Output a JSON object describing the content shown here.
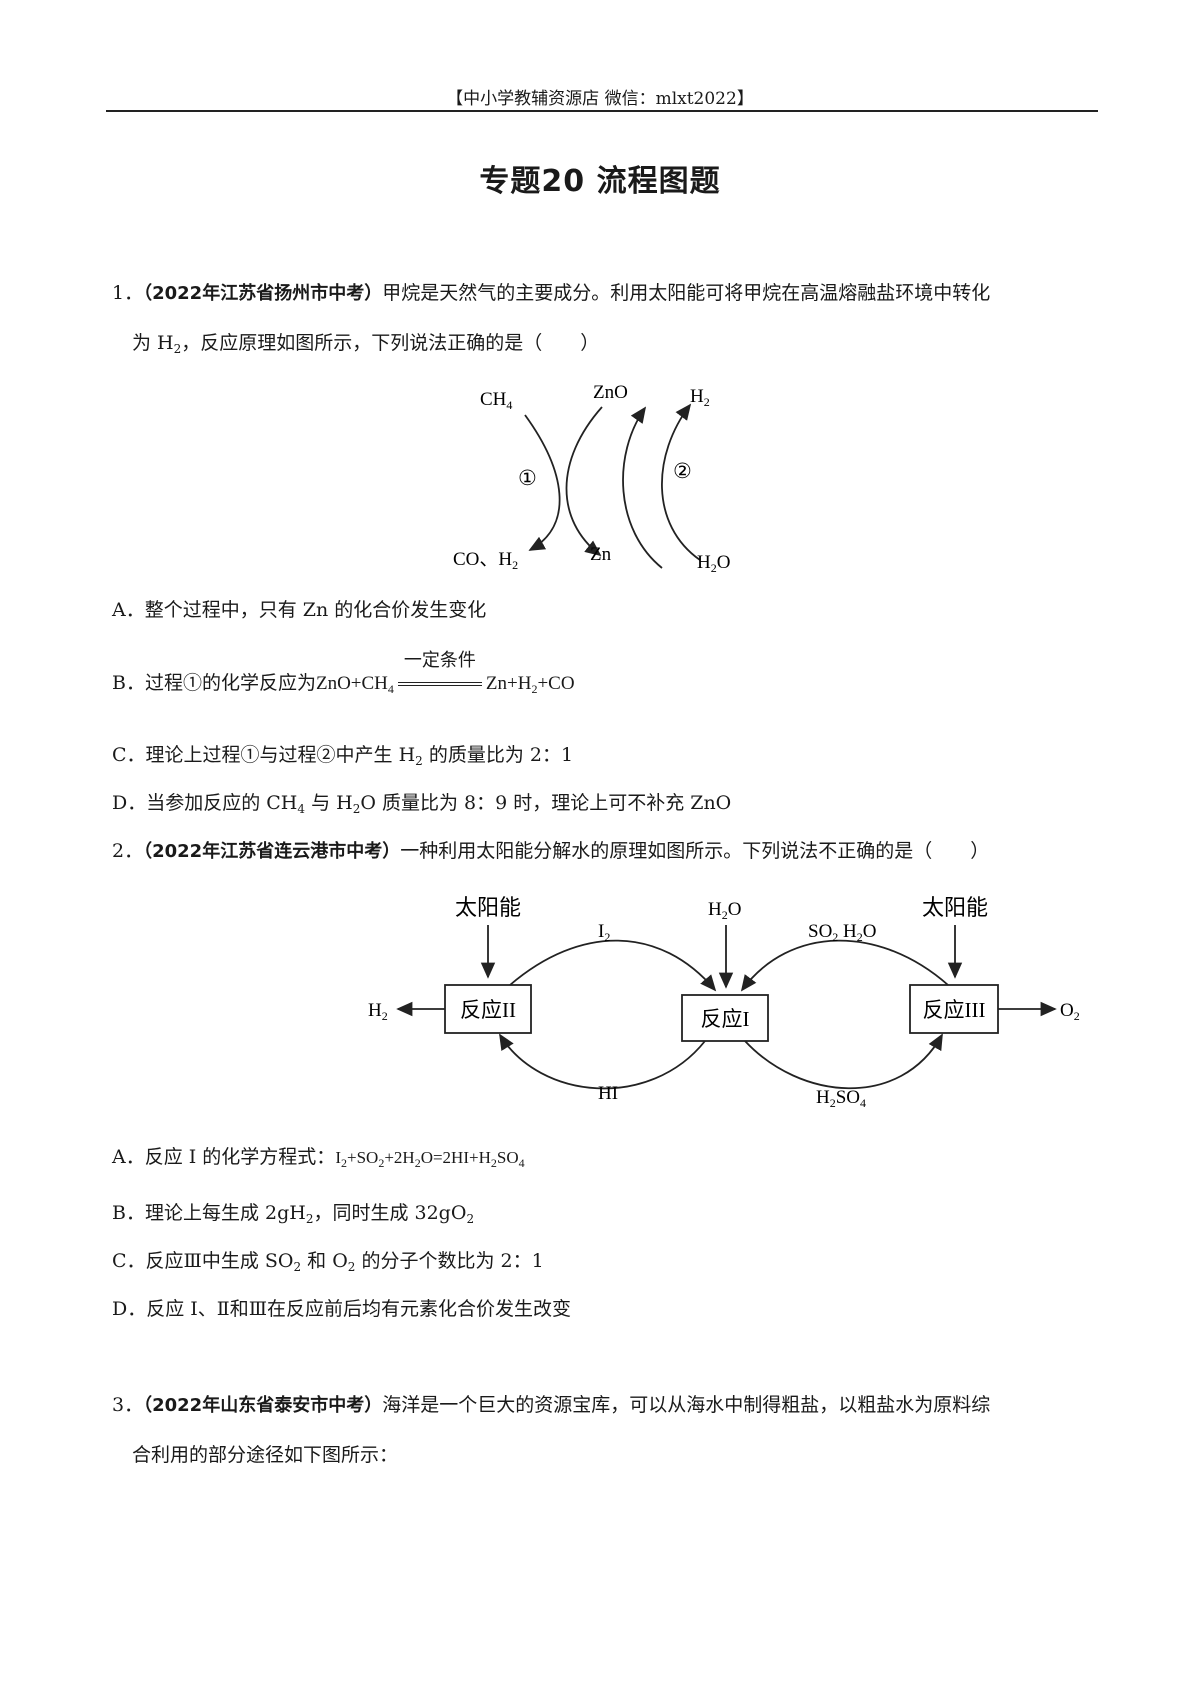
{
  "header": {
    "text": "【中小学教辅资源店  微信：mlxt2022】"
  },
  "title": "专题20  流程图题",
  "q1": {
    "number": "1．",
    "source": "（2022年江苏省扬州市中考）",
    "stem_line1": "甲烷是天然气的主要成分。利用太阳能可将甲烷在高温熔融盐环境中转化",
    "stem_line2_a": "为 H",
    "stem_line2_b": "，反应原理如图所示，下列说法正确的是（　　）",
    "diagram": {
      "ch4": "CH",
      "zno": "ZnO",
      "h2": "H",
      "step1": "①",
      "step2": "②",
      "co_h2": "CO、H",
      "zn": "Zn",
      "h2o_a": "H",
      "h2o_b": "O"
    },
    "opt_a": "A．整个过程中，只有 Zn 的化合价发生变化",
    "opt_b_prefix": "B．过程①的化学反应为",
    "opt_b_left": "ZnO+CH",
    "opt_b_cond": "一定条件",
    "opt_b_right_a": "Zn+H",
    "opt_b_right_b": "+CO",
    "opt_c_a": "C．理论上过程①与过程②中产生 H",
    "opt_c_b": " 的质量比为 2：1",
    "opt_d_a": "D．当参加反应的 CH",
    "opt_d_b": " 与 H",
    "opt_d_c": "O 质量比为 8：9 时，理论上可不补充 ZnO"
  },
  "q2": {
    "number": "2．",
    "source": "（2022年江苏省连云港市中考）",
    "stem": "一种利用太阳能分解水的原理如图所示。下列说法不正确的是（　　）",
    "diagram": {
      "solar_left": "太阳能",
      "solar_right": "太阳能",
      "i2": "I",
      "h2o_top": "H",
      "so2_h2o": "SO",
      "so2_h2o_b": " H",
      "so2_h2o_c": "O",
      "reaction2": "反应II",
      "reaction1": "反应I",
      "reaction3": "反应III",
      "h2_out": "H",
      "o2_out": "O",
      "hi": "HI",
      "h2so4_a": "H",
      "h2so4_b": "SO"
    },
    "opt_a_prefix": "A．反应 I 的化学方程式：",
    "opt_a_eq": "I",
    "opt_a_eq2": "+SO",
    "opt_a_eq3": "+2H",
    "opt_a_eq4": "O=2HI+H",
    "opt_a_eq5": "SO",
    "opt_b_a": "B．理论上每生成 2gH",
    "opt_b_b": "，同时生成 32gO",
    "opt_c_a": "C．反应Ⅲ中生成 SO",
    "opt_c_b": " 和 O",
    "opt_c_c": " 的分子个数比为 2：1",
    "opt_d": "D．反应 I、Ⅱ和Ⅲ在反应前后均有元素化合价发生改变"
  },
  "q3": {
    "number": "3．",
    "source": "（2022年山东省泰安市中考）",
    "stem_line1": "海洋是一个巨大的资源宝库，可以从海水中制得粗盐，以粗盐水为原料综",
    "stem_line2": "合利用的部分途径如下图所示："
  },
  "subscripts": {
    "two": "2",
    "four": "4"
  }
}
